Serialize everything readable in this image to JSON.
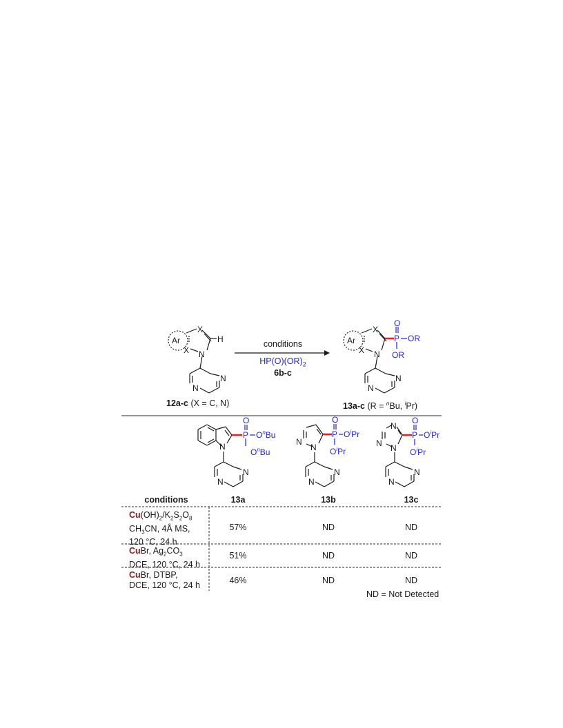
{
  "colors": {
    "bond_highlight": "#e8231e",
    "reagent_blue": "#1f1fe6",
    "metal": "#8b1a1a",
    "rule": "#555555"
  },
  "scheme": {
    "arrow_top_label": "conditions",
    "arrow_reagent": "HP(O)(OR)2",
    "arrow_reagent_parts": [
      "HP(O)(OR)",
      "2"
    ],
    "arrow_compound": "6b-c",
    "substrate": {
      "ring_label": "Ar",
      "x_label": "X",
      "n_label": "N",
      "h_label": "H",
      "caption_bold": "12a-c",
      "caption_rest": " (X = C, N)"
    },
    "product": {
      "p_label": "P",
      "o_label": "O",
      "or_label": "OR",
      "caption_bold": "13a-c",
      "caption_parts": [
        " (R = ",
        "n",
        "Bu, ",
        "i",
        "Pr)"
      ]
    }
  },
  "structures": [
    {
      "id": "13a",
      "substituent": "O",
      "alkyl_sup": "n",
      "alkyl": "Bu"
    },
    {
      "id": "13b",
      "substituent": "O",
      "alkyl_sup": "i",
      "alkyl": "Pr"
    },
    {
      "id": "13c",
      "substituent": "O",
      "alkyl_sup": "i",
      "alkyl": "Pr"
    }
  ],
  "table": {
    "headers": [
      "conditions",
      "13a",
      "13b",
      "13c"
    ],
    "rows": [
      {
        "metal": "Cu",
        "conditions_lines": [
          "(OH)2/K2S2O8",
          "CH3CN, 4Å MS,",
          "120 °C, 24 h"
        ],
        "values": [
          "57%",
          "ND",
          "ND"
        ]
      },
      {
        "metal": "Cu",
        "conditions_lines": [
          "Br, Ag2CO3",
          "DCE, 120 °C, 24 h"
        ],
        "values": [
          "51%",
          "ND",
          "ND"
        ]
      },
      {
        "metal": "Cu",
        "conditions_lines": [
          "Br, DTBP,",
          "DCE, 120 °C, 24 h"
        ],
        "values": [
          "46%",
          "ND",
          "ND"
        ]
      }
    ],
    "footnote": "ND = Not Detected"
  }
}
